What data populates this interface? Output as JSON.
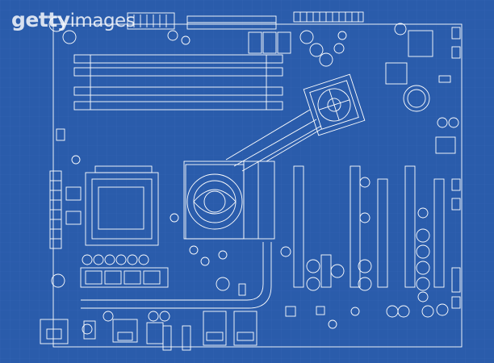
{
  "watermark": {
    "part1": "getty",
    "part2": "images"
  },
  "colors": {
    "background": "#2a5cab",
    "line": "#ffffff",
    "grid": "#3566b6"
  },
  "icons": [
    "motherboard-outline",
    "cpu-fan",
    "cpu-socket",
    "ram-slot",
    "pcie-slot",
    "capacitor",
    "heatsink",
    "io-port"
  ]
}
